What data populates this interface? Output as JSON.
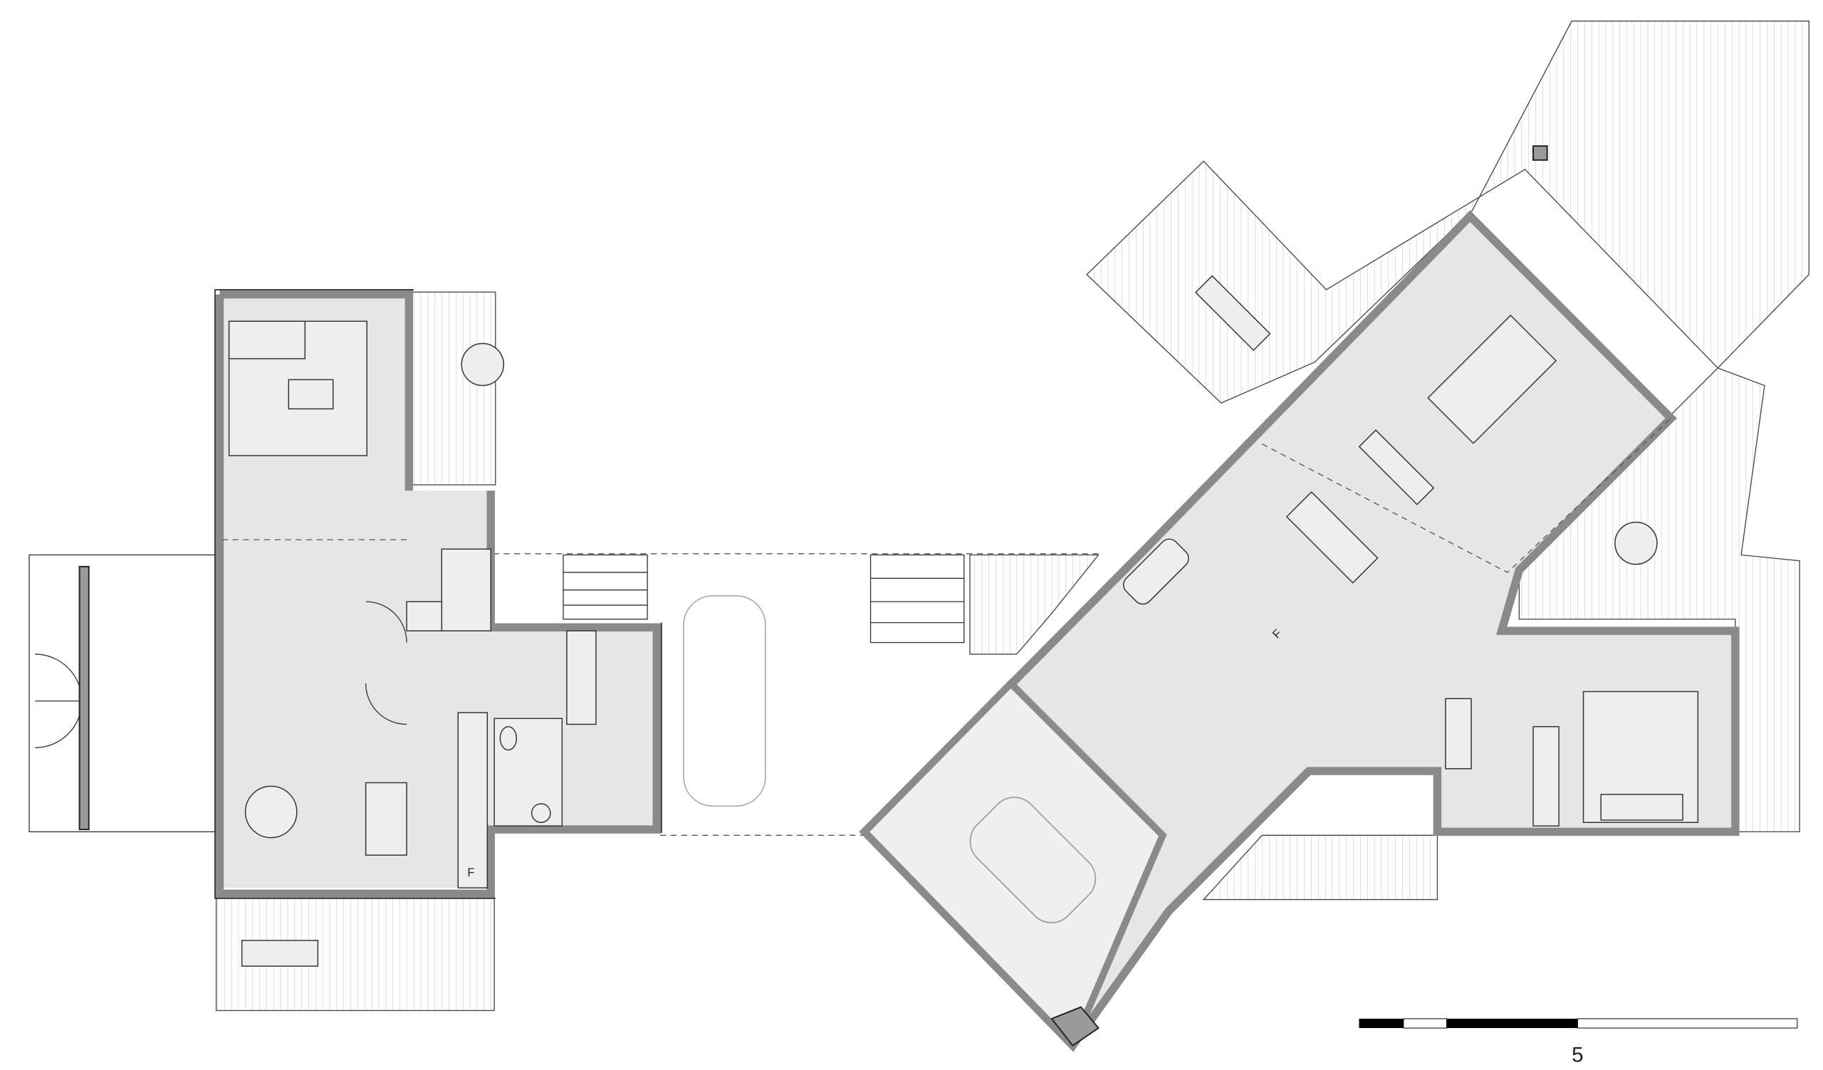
{
  "plan": {
    "left_house": {
      "fridge_label": "F"
    },
    "right_house": {
      "fridge_label": "F"
    }
  },
  "scale_bar": {
    "label": "5"
  },
  "colors": {
    "wall": "#9a9a9a",
    "floor": "#e6e6e6",
    "line": "#333333"
  }
}
